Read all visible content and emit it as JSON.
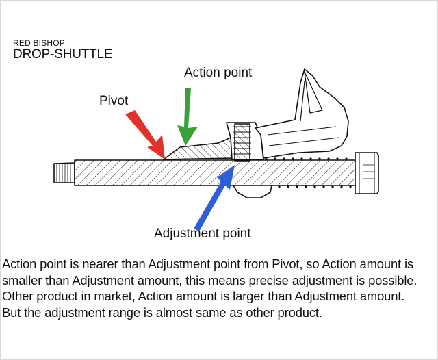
{
  "header": {
    "brand": "RED BISHOP",
    "product": "DROP-SHUTTLE"
  },
  "labels": {
    "action_point": "Action point",
    "pivot": "Pivot",
    "adjustment_point": "Adjustment point"
  },
  "colors": {
    "pivot_arrow": "#e0322b",
    "action_arrow": "#3aa13a",
    "adjustment_arrow": "#2f5fd8",
    "line": "#111111"
  },
  "description": [
    "Action point is nearer than Adjustment point from Pivot, so Action amount is",
    "smaller than Adjustment amount, this means precise adjustment is possible.",
    "Other product in market, Action amount is larger than Adjustment amount.",
    "But the adjustment range is almost same as other product."
  ]
}
